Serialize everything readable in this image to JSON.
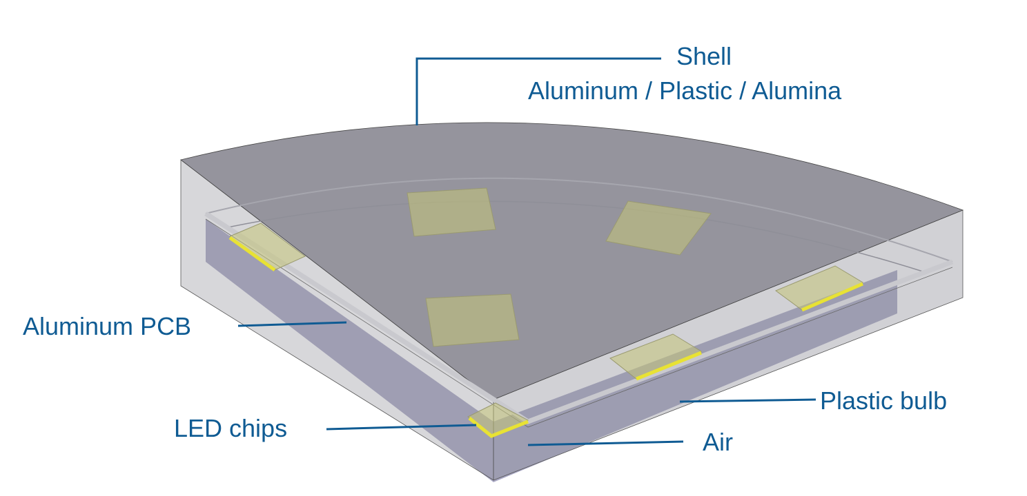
{
  "labels": {
    "shell": "Shell",
    "shell_materials": "Aluminum / Plastic / Alumina",
    "pcb": "Aluminum PCB",
    "led": "LED chips",
    "bulb": "Plastic bulb",
    "air": "Air"
  },
  "colors": {
    "label": "#0f5b93",
    "shell": "#8c8b95",
    "air": "#a9a8c4",
    "chip_pad": "#b8b783",
    "chip_edge": "#e8e234"
  }
}
